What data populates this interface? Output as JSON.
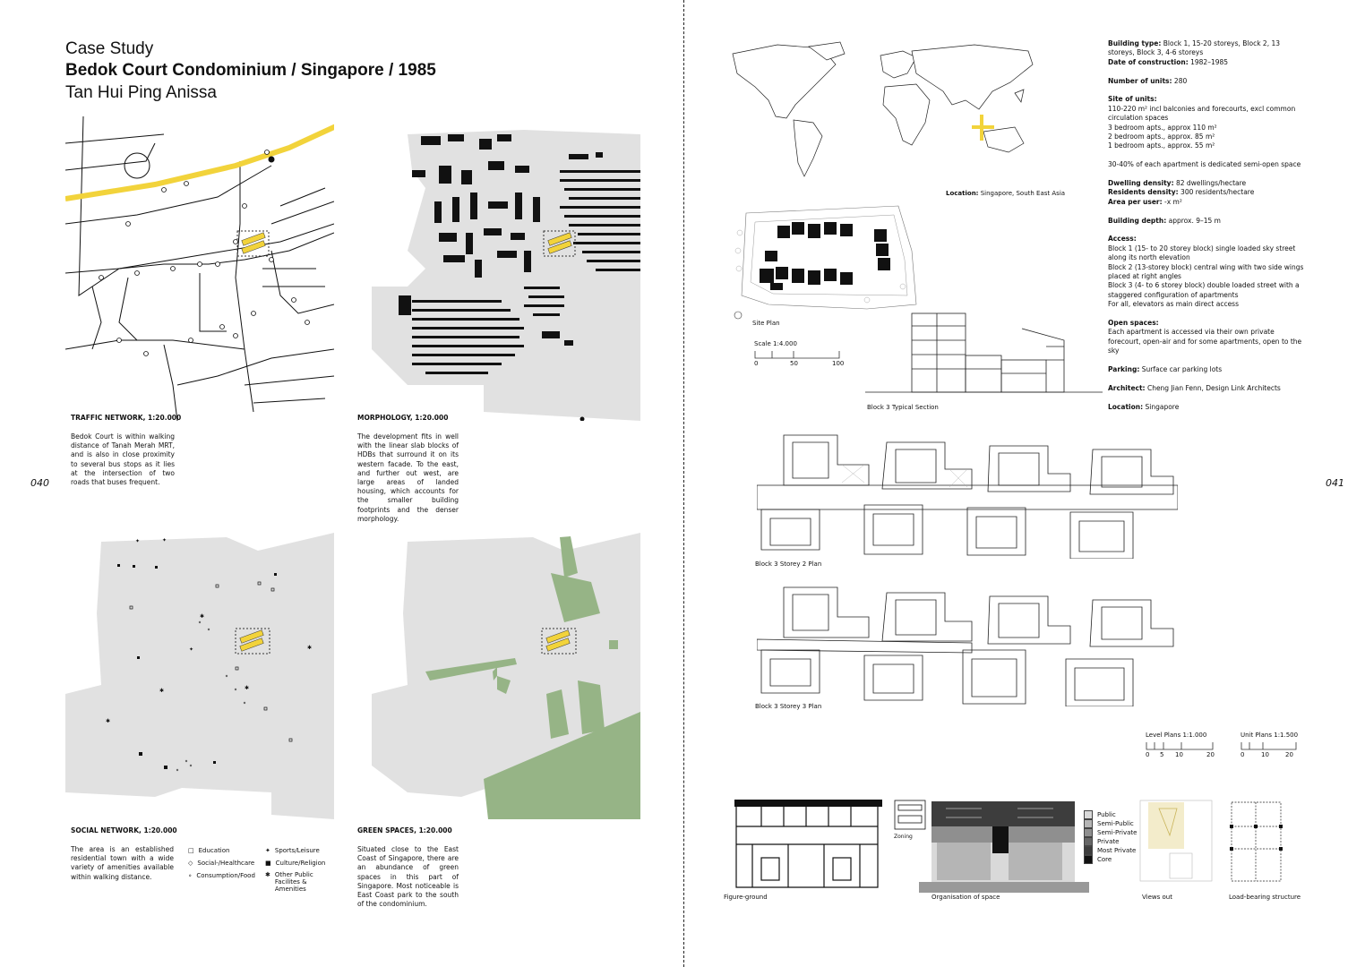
{
  "header": {
    "kicker": "Case Study",
    "title": "Bedok Court Condominium / Singapore / 1985",
    "author": "Tan Hui Ping Anissa"
  },
  "page_numbers": {
    "left": "040",
    "right": "041"
  },
  "maps": [
    {
      "caption": "TRAFFIC NETWORK, 1:20.000",
      "text": "Bedok Court is within walking distance of Tanah Merah MRT, and is also in close proximity to several bus stops as it lies at the intersection of two roads that buses frequent."
    },
    {
      "caption": "MORPHOLOGY, 1:20.000",
      "text": "The development fits in well with the linear slab blocks of HDBs that surround it on its western facade. To the east, and further out west, are large areas of landed housing, which accounts for the smaller building footprints and the denser morphology."
    },
    {
      "caption": "SOCIAL NETWORK, 1:20.000",
      "text": "The area is an established residential town with a wide variety of amenities available within walking distance."
    },
    {
      "caption": "GREEN SPACES, 1:20.000",
      "text": "Situated close to the East Coast of Singapore, there are an abundance of green spaces in this part of Singapore. Most noticeable is East Coast park to the south of the condominium."
    }
  ],
  "social_legend": [
    {
      "symbol": "□",
      "label": "Education"
    },
    {
      "symbol": "◇",
      "label": "Social-/Healthcare"
    },
    {
      "symbol": "∘",
      "label": "Consumption/Food"
    },
    {
      "symbol": "✦",
      "label": "Sports/Leisure"
    },
    {
      "symbol": "■",
      "label": "Culture/Religion"
    },
    {
      "symbol": "✱",
      "label": "Other Public Facilites & Amenities"
    }
  ],
  "location_caption": {
    "label": "Location:",
    "value": "Singapore, South East Asia"
  },
  "spec": {
    "building_type_label": "Building type:",
    "building_type": "Block 1, 15-20 storeys, Block 2, 13 storeys, Block 3, 4-6 storeys",
    "date_label": "Date of construction:",
    "date": "1982–1985",
    "units_label": "Number of units:",
    "units": "280",
    "site_label": "Site of units:",
    "site_lines": [
      "110-220 m² incl balconies and forecourts, excl common circulation spaces",
      "3 bedroom apts., approx 110 m²",
      "2 bedroom apts., approx. 85 m²",
      "1 bedroom apts., approx. 55 m²"
    ],
    "semi_open": "30-40% of each apartment is dedicated semi-open space",
    "dwelling_label": "Dwelling density:",
    "dwelling": "82 dwellings/hectare",
    "residents_label": "Residents density:",
    "residents": "300 residents/hectare",
    "area_label": "Area per user:",
    "area": "-x m²",
    "depth_label": "Building depth:",
    "depth": "approx. 9–15 m",
    "access_label": "Access:",
    "access_lines": [
      "Block 1 (15- to 20 storey block) single loaded sky street along its north elevation",
      "Block 2 (13-storey block) central wing with two side wings placed at right angles",
      "Block 3 (4- to 6 storey block) double loaded street with a staggered configuration of apartments",
      "For all, elevators as main direct access"
    ],
    "open_label": "Open spaces:",
    "open": "Each apartment is accessed via their own private forecourt, open-air and for some apartments, open to the sky",
    "parking_label": "Parking:",
    "parking": "Surface car parking lots",
    "architect_label": "Architect:",
    "architect": "Cheng Jian Fenn, Design Link Architects",
    "location_label": "Location:",
    "location": "Singapore"
  },
  "drawings": {
    "site_plan": "Site Plan",
    "scale_title": "Scale 1:4.000",
    "scale_ticks": [
      "0",
      "50",
      "100"
    ],
    "section": "Block 3 Typical Section",
    "storey2": "Block 3 Storey 2 Plan",
    "storey3": "Block 3 Storey 3 Plan",
    "level_plans_title": "Level Plans 1:1.000",
    "level_ticks": [
      "0",
      "5",
      "10",
      "20"
    ],
    "unit_plans_title": "Unit Plans 1:1.500",
    "unit_ticks": [
      "0",
      "10",
      "20"
    ],
    "figure_ground": "Figure-ground",
    "zoning": "Zoning",
    "organisation": "Organisation of space",
    "views": "Views out",
    "structure": "Load-bearing structure"
  },
  "space_legend": [
    {
      "label": "Public",
      "color": "#d9d9d9"
    },
    {
      "label": "Semi-Public",
      "color": "#b5b5b5"
    },
    {
      "label": "Semi-Private",
      "color": "#8f8f8f"
    },
    {
      "label": "Private",
      "color": "#666666"
    },
    {
      "label": "Most Private",
      "color": "#3d3d3d"
    },
    {
      "label": "Core",
      "color": "#111111"
    }
  ],
  "colors": {
    "highlight": "#f2d33b",
    "map_gray": "#e1e1e1",
    "green": "#96b486"
  }
}
